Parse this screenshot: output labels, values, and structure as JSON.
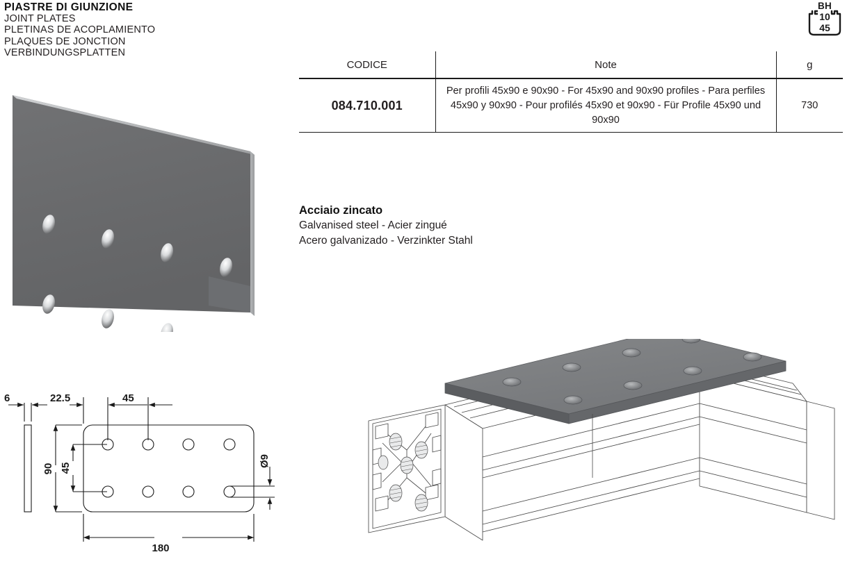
{
  "title": {
    "main": "PIASTRE DI GIUNZIONE",
    "translations": [
      "JOINT PLATES",
      "PLETINAS DE ACOPLAMIENTO",
      "PLAQUES DE JONCTION",
      "VERBINDUNGSPLATTEN"
    ]
  },
  "badge": {
    "label": "BH",
    "value_top": "10",
    "value_bottom": "45"
  },
  "table": {
    "headers": {
      "code": "CODICE",
      "note": "Note",
      "weight": "g"
    },
    "rows": [
      {
        "code": "084.710.001",
        "note": "Per profili 45x90 e 90x90 - For 45x90 and 90x90 profiles - Para perfiles 45x90 y 90x90 - Pour profilés 45x90 et 90x90 - Für Profile 45x90 und 90x90",
        "weight": "730"
      }
    ]
  },
  "material": {
    "main": "Acciaio zincato",
    "line2": "Galvanised steel - Acier zingué",
    "line3": "Acero galvanizado - Verzinkter Stahl"
  },
  "dimensions": {
    "thickness": "6",
    "edge_offset": "22.5",
    "hole_pitch_x": "45",
    "height": "90",
    "hole_pitch_y": "45",
    "length": "180",
    "hole_diameter": "Ø9"
  },
  "colors": {
    "plate_face": "#6b6c6e",
    "plate_edge": "#a8aaac",
    "plate_top": "#8e9092",
    "line": "#1a1a1a",
    "assembly_line": "#4a4a4a"
  },
  "artwork": {
    "render_3d": "joint-plate-isometric-render",
    "dimension_drawing": "joint-plate-dimension-drawing",
    "assembly": "corner-assembly-with-90x90-profiles"
  }
}
